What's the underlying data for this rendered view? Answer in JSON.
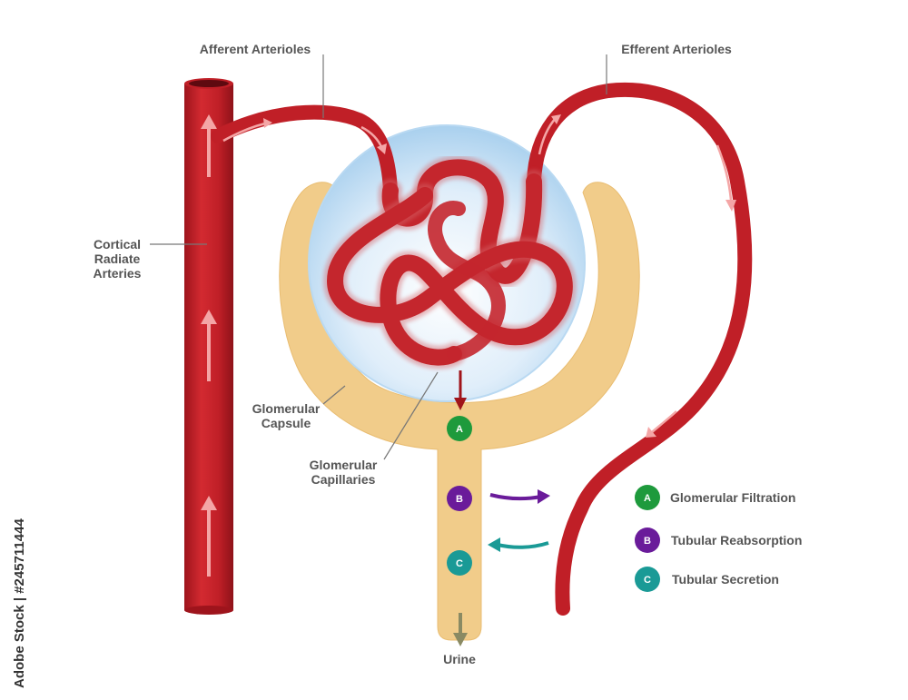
{
  "labels": {
    "afferent": "Afferent Arterioles",
    "efferent": "Efferent Arterioles",
    "cortical_1": "Cortical",
    "cortical_2": "Radiate",
    "cortical_3": "Arteries",
    "capsule_1": "Glomerular",
    "capsule_2": "Capsule",
    "capillaries_1": "Glomerular",
    "capillaries_2": "Capillaries",
    "urine": "Urine"
  },
  "badges": {
    "a": "A",
    "b": "B",
    "c": "C"
  },
  "legend": [
    {
      "letter": "A",
      "text": "Glomerular Filtration",
      "color": "#1e9a3c"
    },
    {
      "letter": "B",
      "text": "Tubular Reabsorption",
      "color": "#6a1b9a"
    },
    {
      "letter": "C",
      "text": "Tubular Secretion",
      "color": "#1a9a96"
    }
  ],
  "watermark": "Adobe Stock | #245711444",
  "colors": {
    "vessel": "#c01f27",
    "vessel_dark": "#8e1219",
    "capsule": "#f1cc8a",
    "glomerulus": "#cfe6f7",
    "filtration": "#1e9a3c",
    "reabsorption": "#6a1b9a",
    "secretion": "#1a9a96",
    "urine_arrow": "#8a8a63"
  }
}
